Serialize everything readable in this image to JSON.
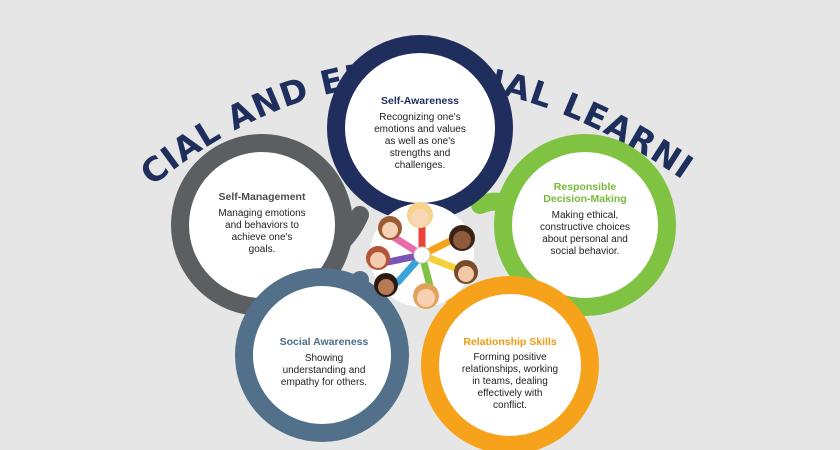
{
  "title": "SOCIAL AND EMOTIONAL LEARNING",
  "colors": {
    "background": "#e6e6e6",
    "title": "#1e2f5e",
    "self_awareness": "#1f2e5c",
    "self_management": "#5c5f62",
    "responsible_decision_making": "#80c241",
    "social_awareness": "#527089",
    "relationship_skills": "#f7a21b"
  },
  "competencies": [
    {
      "key": "self_awareness",
      "name": "Self-Awareness",
      "name_color": "#1f2e5c",
      "lines": [
        "Recognizing one's",
        "emotions and values",
        "as well as one's",
        "strengths and",
        "challenges."
      ]
    },
    {
      "key": "self_management",
      "name": "Self-Management",
      "name_color": "#4a4d50",
      "lines": [
        "Managing emotions",
        "and behaviors to",
        "achieve one's",
        "goals."
      ]
    },
    {
      "key": "responsible_decision_making",
      "name_lines": [
        "Responsible",
        "Decision-Making"
      ],
      "name_color": "#78b83a",
      "lines": [
        "Making ethical,",
        "constructive choices",
        "about personal and",
        "social behavior."
      ]
    },
    {
      "key": "social_awareness",
      "name": "Social Awareness",
      "name_color": "#4f6d86",
      "lines": [
        "Showing",
        "understanding and",
        "empathy for others."
      ]
    },
    {
      "key": "relationship_skills",
      "name": "Relationship Skills",
      "name_color": "#f09a10",
      "lines": [
        "Forming positive",
        "relationships, working",
        "in teams, dealing",
        "effectively with",
        "conflict."
      ]
    }
  ],
  "center_image": {
    "icon": "children-circle-icon"
  }
}
